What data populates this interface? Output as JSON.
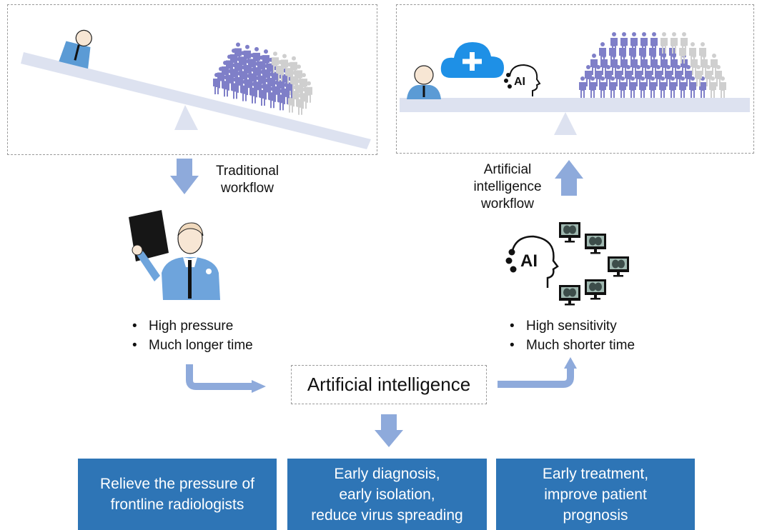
{
  "flow": {
    "traditional_label": "Traditional\nworkflow",
    "ai_label": "Artificial\nintelligence\nworkflow"
  },
  "traditional_panel": {
    "bullets": [
      "High pressure",
      "Much longer time"
    ]
  },
  "ai_panel": {
    "icon_text": "AI",
    "bullets": [
      "High sensitivity",
      "Much shorter time"
    ]
  },
  "center": {
    "label": "Artificial intelligence"
  },
  "outcomes": [
    {
      "text": "Relieve the pressure of\nfrontline radiologists"
    },
    {
      "text": "Early diagnosis,\nearly isolation,\nreduce virus spreading"
    },
    {
      "text": "Early treatment,\nimprove patient\nprognosis"
    }
  ],
  "colors": {
    "arrow": "#8eaadb",
    "crowd_main": "#7f7fc8",
    "crowd_faded": "#cfcfcf",
    "beam": "#dde2f0",
    "box": "#2e75b6",
    "cloud": "#1e90e6"
  }
}
